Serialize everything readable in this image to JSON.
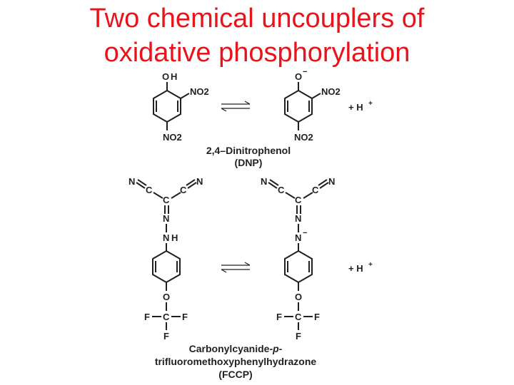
{
  "title": {
    "line1": "Two chemical uncouplers of",
    "line2": "oxidative phosphorylation"
  },
  "dnp": {
    "left": {
      "top_atom": "O",
      "top_h": "H",
      "substituent": "NO2",
      "bottom": "NO2"
    },
    "right": {
      "top_atom": "O",
      "charge": "−",
      "substituent": "NO2",
      "bottom": "NO2"
    },
    "plus_proton": "+ H",
    "proton_charge": "+",
    "caption": "2,4–Dinitrophenol",
    "abbrev": "(DNP)"
  },
  "fccp": {
    "nitrile_n": "N",
    "nitrile_c": "C",
    "center_c": "C",
    "imine_n": "N",
    "left_nh_n": "N",
    "left_nh_h": "H",
    "right_n": "N",
    "right_charge": "−",
    "ether_o": "O",
    "cf_c": "C",
    "f": "F",
    "plus_proton": "+ H",
    "proton_charge": "+",
    "caption1": "Carbonylcyanide-",
    "caption1_italic": "p-",
    "caption2": "trifluoromethoxyphenylhydrazone",
    "abbrev": "(FCCP)"
  }
}
